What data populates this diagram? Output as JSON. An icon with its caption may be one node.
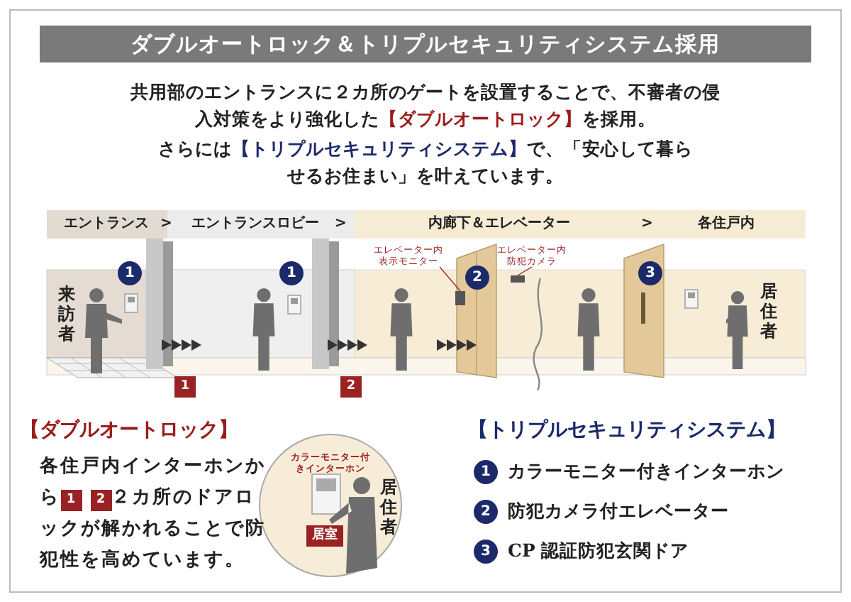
{
  "diagram": {
    "title": "ダブルオートロック＆トリプルセキュリティシステム採用",
    "nodes": [
      {
        "text": [
          "エレベーター内表示モニター"
        ]
      },
      {
        "text": [],
        "shape": "box"
      },
      {
        "text": [
          "エレベーター内防犯カメラ"
        ]
      },
      {
        "text": [],
        "shape": "box"
      }
    ],
    "edges": [
      {
        "from": 0,
        "to": 1,
        "arrow": "none"
      },
      {
        "from": 2,
        "to": 3,
        "arrow": "none"
      }
    ],
    "labels": [
      "共用部のエントランスに２カ所のゲートを設置することで、不審者の侵入対策をより強化した**【ダブルオートロック】**を採用。",
      "さらには**【トリプルセキュリティシステム】**で、「安心して暮らせるお住まい」を叶えています。",
      "エントランス",
      ">",
      "エントランスロビー",
      ">",
      "内廊下＆エレベーター",
      ">",
      "各住戸内",
      "1",
      "1",
      "2",
      "3",
      "来訪者",
      "居住者",
      "1",
      "2",
      "【ダブルオートロック】",
      "各住戸内インターホンから**1** **2**２カ所のドアロックが解かれることで防犯性を高めています。",
      "カラーモニター付きインターホン",
      "居住者",
      "居室",
      "【トリプルセキュリティシステム】",
      "1",
      "カラーモニター付きインターホン",
      "2",
      "防犯カメラ付エレベーター",
      "3",
      "CP 認証防犯玄関ドア"
    ]
  }
}
